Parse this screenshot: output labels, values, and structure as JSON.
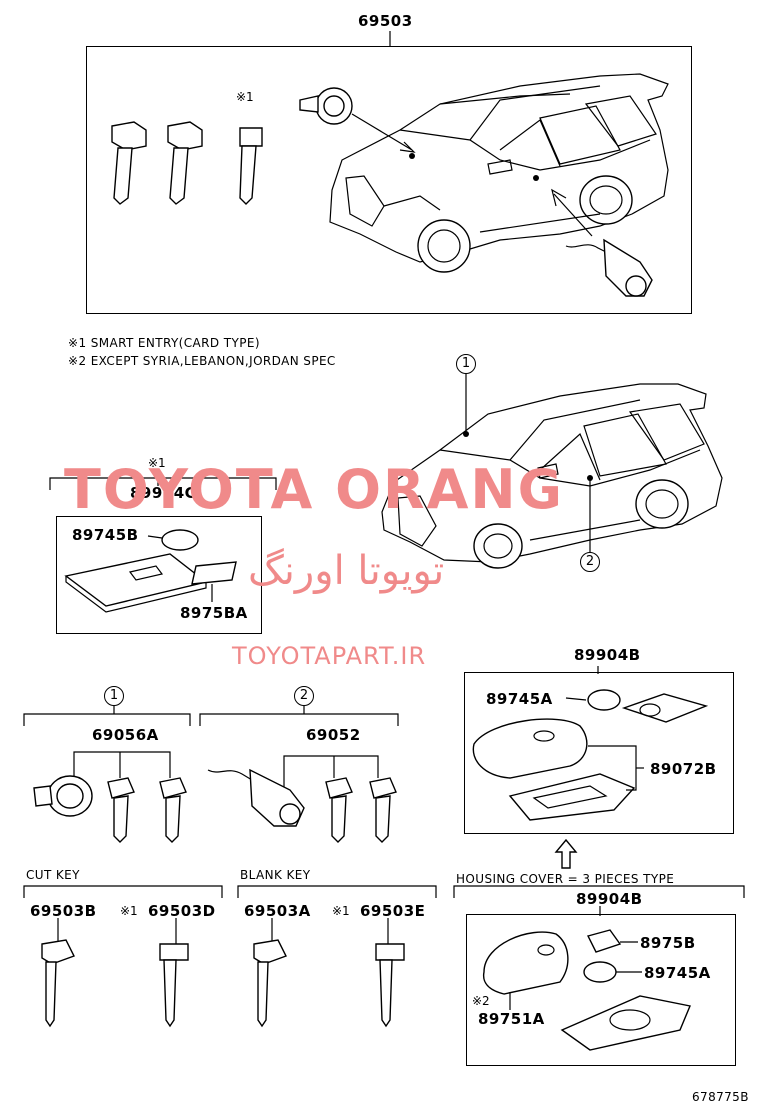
{
  "labels": {
    "top_main": "69503",
    "card_kit": "89904C",
    "card_sticker": "89745B",
    "card_plate": "8975BA",
    "kit1": "69056A",
    "kit2": "69052",
    "housing_kit_top": "89904B",
    "housing_sticker": "89745A",
    "housing_cover": "89072B",
    "housing_kit_bottom": "89904B",
    "plate_b": "8975B",
    "sticker_a2": "89745A",
    "case": "89751A",
    "cut_key_1": "69503B",
    "cut_key_2": "69503D",
    "blank_key_1": "69503A",
    "blank_key_2": "69503E",
    "diagram_id": "678775B"
  },
  "marks": {
    "note1": "※1",
    "note2": "※2",
    "prefix1": "※1"
  },
  "notes": {
    "line1": "※1 SMART ENTRY(CARD TYPE)",
    "line2": "※2 EXCEPT SYRIA,LEBANON,JORDAN SPEC",
    "cut_key": "CUT KEY",
    "blank_key": "BLANK KEY",
    "housing_cover_note": "HOUSING COVER = 3 PIECES TYPE"
  },
  "callouts": {
    "one": "1",
    "two": "2"
  },
  "watermark": {
    "brand": "TOYOTA ORANG",
    "persian": "تویوتا اورنگ",
    "site": "TOYOTAPART.IR",
    "color": "#f08a8a"
  }
}
